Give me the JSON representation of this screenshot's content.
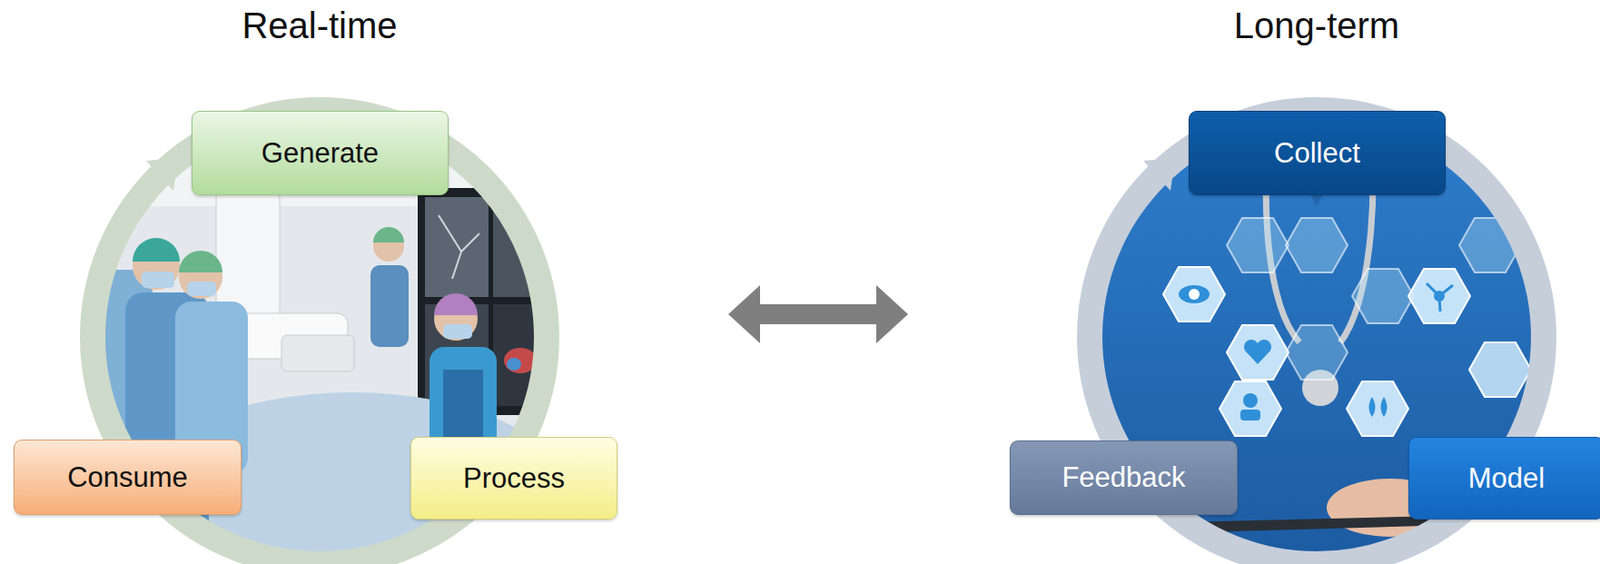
{
  "diagram": {
    "nodes": [
      {
        "text": [
          "Real-time"
        ]
      },
      {
        "text": [
          "Generate"
        ],
        "in": 0
      },
      {
        "text": [
          "Process"
        ],
        "in": 0
      },
      {
        "text": [
          "Consume"
        ],
        "in": 0
      },
      {
        "text": [
          "Long-term"
        ]
      },
      {
        "text": [
          "Collect"
        ],
        "in": 4
      },
      {
        "text": [
          "Model"
        ],
        "in": 4
      },
      {
        "text": [
          "Feedback"
        ],
        "in": 4
      }
    ],
    "edges": [
      {
        "from": 0,
        "to": 4,
        "arrow": "both"
      }
    ]
  }
}
